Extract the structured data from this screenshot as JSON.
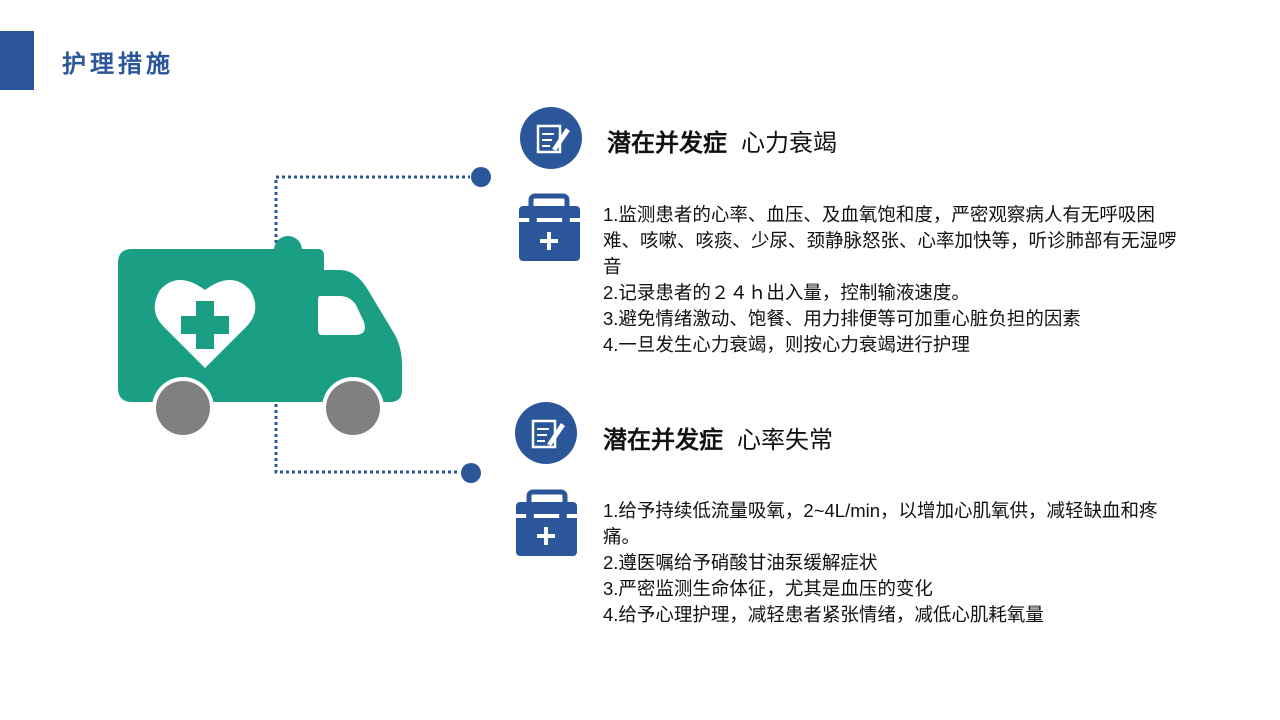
{
  "title": "护理措施",
  "colors": {
    "accent": "#2B579A",
    "ambulance": "#1A9E84",
    "wheel": "#808080"
  },
  "sections": [
    {
      "heading_bold": "潜在并发症",
      "heading_normal": "心力衰竭",
      "items": [
        "1.监测患者的心率、血压、及血氧饱和度，严密观察病人有无呼吸困难、咳嗽、咳痰、少尿、颈静脉怒张、心率加快等，听诊肺部有无湿啰音",
        "2.记录患者的２４ｈ出入量，控制输液速度。",
        "3.避免情绪激动、饱餐、用力排便等可加重心脏负担的因素",
        "4.一旦发生心力衰竭，则按心力衰竭进行护理"
      ]
    },
    {
      "heading_bold": "潜在并发症",
      "heading_normal": "心率失常",
      "items": [
        "1.给予持续低流量吸氧，2~4L/min，以增加心肌氧供，减轻缺血和疼痛。",
        "2.遵医嘱给予硝酸甘油泵缓解症状",
        "3.严密监测生命体征，尤其是血压的变化",
        "4.给予心理护理，减轻患者紧张情绪，减低心肌耗氧量"
      ]
    }
  ]
}
